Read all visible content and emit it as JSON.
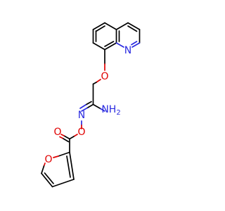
{
  "atoms": {
    "quinoline_n": "N",
    "ether_o": "O",
    "amine": "NH",
    "amine_subscript": "2",
    "oxime_n": "N",
    "oxime_o": "O",
    "carbonyl_o": "O",
    "furan_o": "O"
  },
  "colors": {
    "bond": "#000000",
    "oxygen": "#e00000",
    "nitrogen": "#2a2ae0",
    "background": "#ffffff"
  }
}
